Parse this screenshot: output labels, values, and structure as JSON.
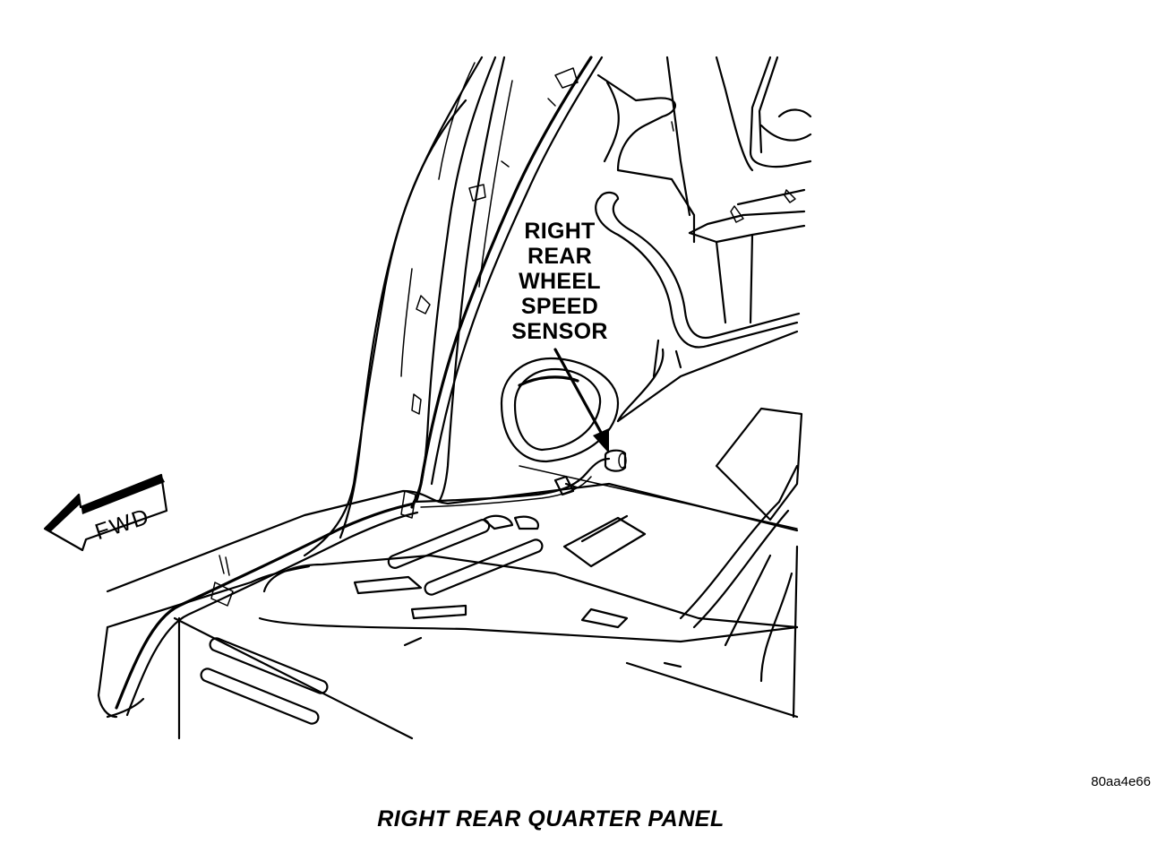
{
  "callout": {
    "lines": [
      "RIGHT",
      "REAR",
      "WHEEL",
      "SPEED",
      "SENSOR"
    ]
  },
  "direction_arrow": {
    "label": "FWD"
  },
  "figure_id": "80aa4e66",
  "caption": "RIGHT REAR QUARTER PANEL"
}
